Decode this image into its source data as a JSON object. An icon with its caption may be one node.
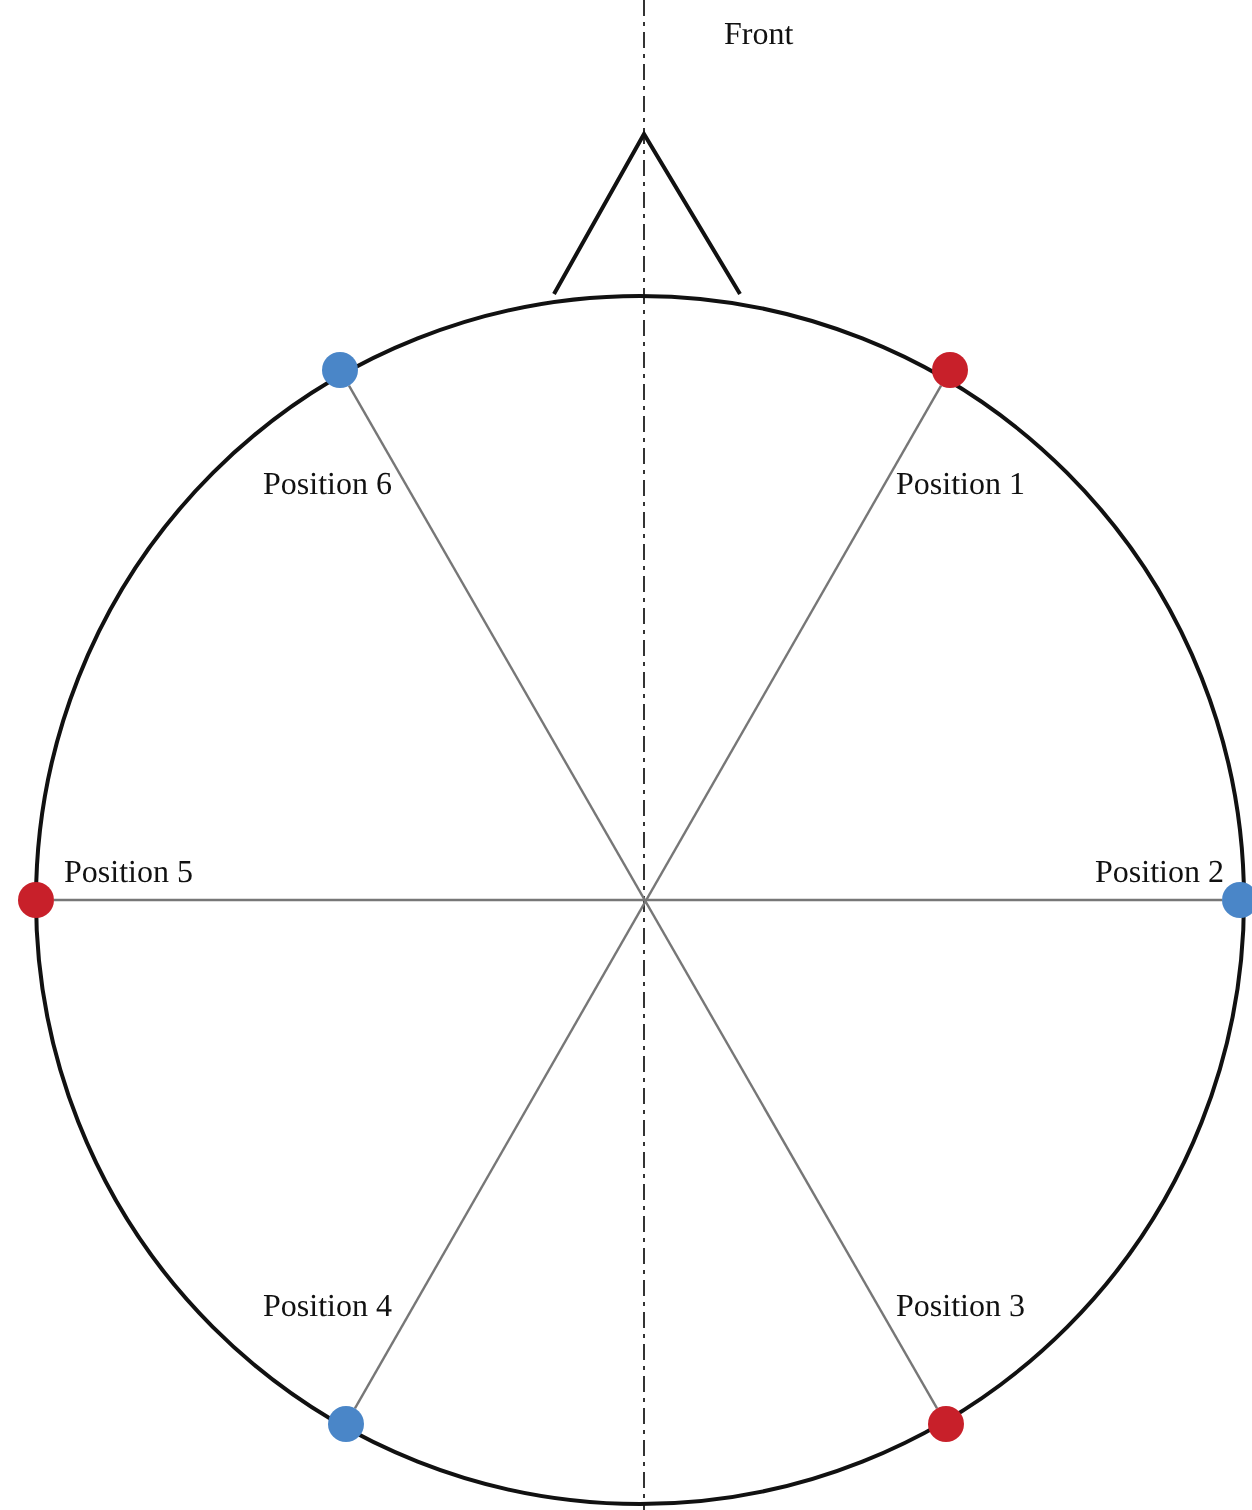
{
  "diagram": {
    "nodes": [
      {
        "text": [],
        "shape": "circle",
        "beside": [
          "Position 6"
        ]
      },
      {
        "text": [],
        "shape": "circle",
        "beside": [
          "Position 1"
        ]
      },
      {
        "text": [],
        "shape": "circle",
        "beside": [
          "Position 5"
        ]
      },
      {
        "text": [],
        "shape": "circle",
        "beside": [
          "Position 2"
        ]
      },
      {
        "text": [],
        "shape": "circle",
        "beside": [
          "Position 4"
        ]
      },
      {
        "text": [],
        "shape": "circle",
        "beside": [
          "Position 3"
        ]
      }
    ],
    "edges": [
      {
        "from": 0,
        "to": 5,
        "arrow": "none"
      },
      {
        "from": 1,
        "to": 4,
        "arrow": "none"
      },
      {
        "from": 2,
        "to": 3,
        "arrow": "none"
      }
    ],
    "labels": [
      "Front"
    ]
  }
}
